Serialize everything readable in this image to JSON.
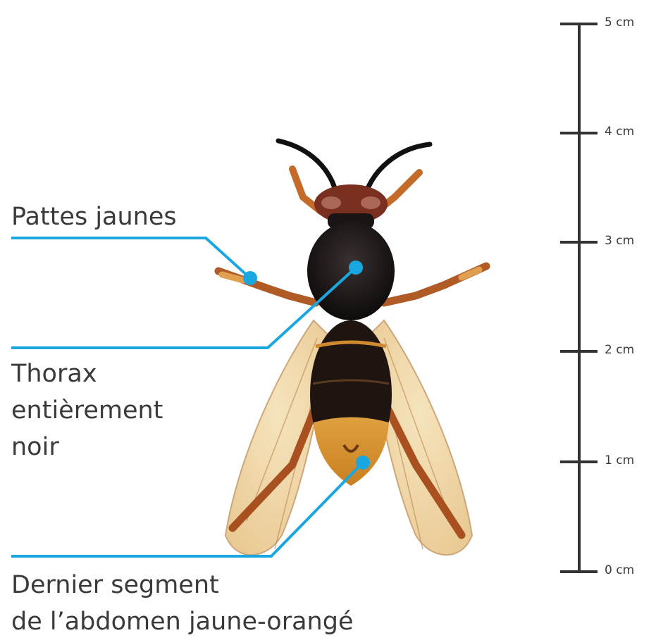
{
  "callouts": {
    "legs": "Pattes jaunes",
    "thorax": [
      "Thorax",
      "entièrement",
      "noir"
    ],
    "abdomen": [
      "Dernier segment",
      "de l’abdomen jaune-orangé"
    ]
  },
  "scale": {
    "unit": "cm",
    "ticks": [
      "5 cm",
      "4 cm",
      "3 cm",
      "2 cm",
      "1 cm",
      "0 cm"
    ]
  },
  "colors": {
    "callout_line": "#1aa7e0",
    "scale_line": "#333333",
    "text": "#3a3a3a"
  },
  "icons": {
    "hornet": "asian-hornet-illustration"
  }
}
